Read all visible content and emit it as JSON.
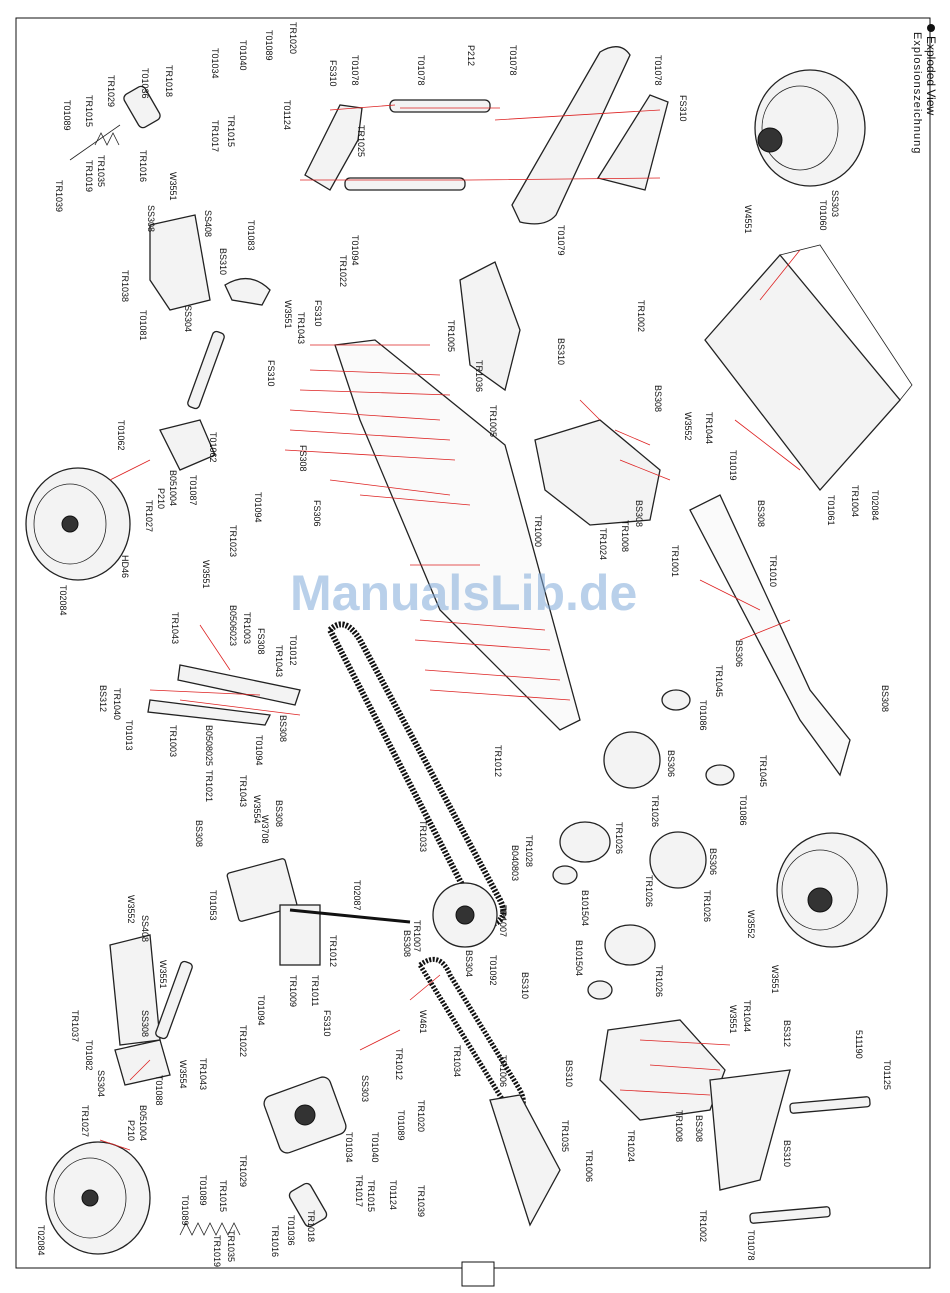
{
  "header": {
    "title": "Exploded View",
    "subtitle": "Explosionszeichnung"
  },
  "watermark": "ManualsLib.de",
  "labels": {
    "fs310_a": "FS310",
    "t01078_a": "T01078",
    "t01078_b": "T01078",
    "p212": "P212",
    "t01078_c": "T01078",
    "t01078_d": "T01078",
    "fs310_b": "FS310",
    "tr1025": "TR1025",
    "t01079": "T01079",
    "ss303_a": "SS303",
    "t01060": "T01060",
    "w4551": "W4551",
    "tr1020_a": "TR1020",
    "t01089_a": "T01089",
    "t01040_a": "T01040",
    "t01034_a": "T01034",
    "tr1018_a": "TR1018",
    "t01036_a": "T01036",
    "tr1029_a": "TR1029",
    "tr1015_a": "TR1015",
    "t01089_b": "T01089",
    "t01124_a": "T01124",
    "tr1015_b": "TR1015",
    "tr1017_a": "TR1017",
    "tr1016_a": "TR1016",
    "tr1035_a": "TR1035",
    "tr1019_a": "TR1019",
    "tr1039_a": "TR1039",
    "w3551_a": "W3551",
    "ss308_a": "SS308",
    "ss408_a": "SS408",
    "bs310_a": "BS310",
    "t01083": "T01083",
    "t01094_a": "T01094",
    "tr1022_a": "TR1022",
    "fs310_c": "FS310",
    "w3551_b": "W3551",
    "tr1043_a": "TR1043",
    "tr1038": "TR1038",
    "t01081": "T01081",
    "ss304_a": "SS304",
    "fs310_d": "FS310",
    "fs308": "FS308",
    "fs306": "FS306",
    "tr1005_a": "TR1005",
    "tr1036": "TR1036",
    "tr1005_b": "TR1005",
    "tr1002_a": "TR1002",
    "bs310_b": "BS310",
    "bs308_a": "BS308",
    "w3552_a": "W3552",
    "tr1044_a": "TR1044",
    "t01019": "T01019",
    "t01062_a": "T01062",
    "t01062_b": "T01062",
    "b051004_a": "B051004",
    "p210_a": "P210",
    "tr1027_a": "TR1027",
    "t01087": "T01087",
    "t01094_b": "T01094",
    "tr1023": "TR1023",
    "hd46": "HD46",
    "t02084_a": "T02084",
    "tr1000": "TR1000",
    "bs308_b": "BS308",
    "tr1008_a": "TR1008",
    "tr1024_a": "TR1024",
    "t01061": "T01061",
    "tr1004": "TR1004",
    "t02084_b": "T02084",
    "bs308_c": "BS308",
    "tr1001": "TR1001",
    "tr1010": "TR1010",
    "w3551_c": "W3551",
    "tr1043_b": "TR1043",
    "b0506023": "B0506023",
    "tr1003_a": "TR1003",
    "fs308_b": "FS308",
    "t01012": "T01012",
    "tr1043_c": "TR1043",
    "bs312_a": "BS312",
    "tr1040": "TR1040",
    "t01013": "T01013",
    "tr1003_b": "TR1003",
    "b0508025": "B0508025",
    "bs308_d": "BS308",
    "t01094_c": "T01094",
    "bs306_a": "BS306",
    "tr1045_a": "TR1045",
    "t01086_a": "T01086",
    "bs308_e": "BS308",
    "tr1021": "TR1021",
    "tr1043_d": "TR1043",
    "w3554_a": "W3554",
    "bs308_f": "BS308",
    "w3708": "W3708",
    "bs308_g": "BS308",
    "tr1012_a": "TR1012",
    "tr1028": "TR1028",
    "b040803": "B040803",
    "tr1033": "TR1033",
    "bs306_b": "BS306",
    "tr1026_a": "TR1026",
    "tr1026_b": "TR1026",
    "tr1045_b": "TR1045",
    "t01086_b": "T01086",
    "bs306_c": "BS306",
    "tr1026_c": "TR1026",
    "t01053": "T01053",
    "t02087": "T02087",
    "tr1007_a": "TR1007",
    "tr1007_b": "TR1007",
    "b101504_a": "B101504",
    "tr1026_d": "TR1026",
    "w3552_b": "W3552",
    "ss408_b": "SS408",
    "w3551_d": "W3551",
    "tr1012_b": "TR1012",
    "bs308_h": "BS308",
    "bs304": "BS304",
    "t01092": "T01092",
    "bs310_c": "BS310",
    "b101504_b": "B101504",
    "tr1026_e": "TR1026",
    "w3552_c": "W3552",
    "w3551_e": "W3551",
    "tr1011": "TR1011",
    "fs310_e": "FS310",
    "tr1009": "TR1009",
    "w461": "W461",
    "t01094_d": "T01094",
    "tr1037": "TR1037",
    "t01082": "T01082",
    "ss308_b": "SS308",
    "tr1022_b": "TR1022",
    "ss304_b": "SS304",
    "t01088": "T01088",
    "w3554_b": "W3554",
    "tr1043_e": "TR1043",
    "tr1012_c": "TR1012",
    "ss303_b": "SS303",
    "tr1034": "TR1034",
    "bs310_d": "BS310",
    "tr1006_a": "TR1006",
    "w3551_f": "W3551",
    "tr1044_b": "TR1044",
    "bs312_b": "BS312",
    "s11190": "511190",
    "t01125": "T01125",
    "b051004_b": "B051004",
    "p210_b": "P210",
    "tr1027_b": "TR1027",
    "tr1035_b": "TR1035",
    "tr1006_b": "TR1006",
    "tr1008_b": "TR1008",
    "tr1024_b": "TR1024",
    "bs308_i": "BS308",
    "bs310_e": "BS310",
    "t02084_c": "T02084",
    "t01034_b": "T01034",
    "t01040_b": "T01040",
    "t01089_c": "T01089",
    "tr1020_b": "TR1020",
    "tr1017_b": "TR1017",
    "tr1015_c": "TR1015",
    "t01124_b": "T01124",
    "tr1039_b": "TR1039",
    "tr1029_b": "TR1029",
    "tr1018_b": "TR1018",
    "tr1015_d": "TR1015",
    "t01089_d": "T01089",
    "t01036_b": "T01036",
    "tr1016_b": "TR1016",
    "tr1035_c": "TR1035",
    "tr1019_b": "TR1019",
    "t01089_e": "T01089",
    "tr1002_b": "TR1002",
    "t01078_e": "T01078"
  },
  "colors": {
    "leader": "#dd2222",
    "line": "#222222",
    "watermark": "#7fa9d9"
  }
}
